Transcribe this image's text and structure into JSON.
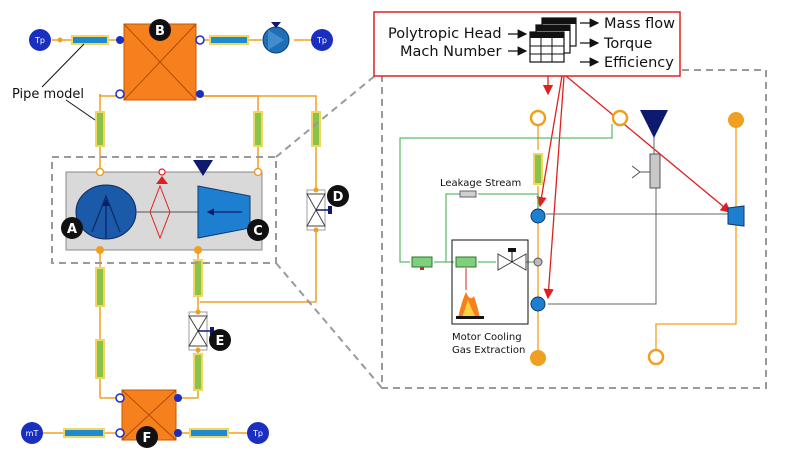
{
  "labels": {
    "pipe_model": "Pipe model",
    "polytropic_head": "Polytropic Head",
    "mach_number": "Mach Number",
    "mass_flow": "Mass flow",
    "torque": "Torque",
    "efficiency": "Efficiency",
    "leakage_stream": "Leakage Stream",
    "motor_cooling_line1": "Motor Cooling",
    "motor_cooling_line2": "Gas Extraction"
  },
  "boundaries": {
    "tp_top_left": "Tp",
    "tp_top_right": "Tp",
    "mt_bottom_left": "mT",
    "tp_bottom_right": "Tp"
  },
  "badges": {
    "a": "A",
    "b": "B",
    "c": "C",
    "d": "D",
    "e": "E",
    "f": "F"
  },
  "colors": {
    "pipe_orange": "#f0a020",
    "heat_exchanger": "#f7801e",
    "boundary_blue": "#1a2fc0",
    "compressor_blue": "#1565c0",
    "valve_navy": "#0d1a6e",
    "pipe_green": "#8bc34a",
    "highlight_red": "#e02020",
    "signal_green": "#3aa84a",
    "dash_gray": "#9a9a9a"
  }
}
